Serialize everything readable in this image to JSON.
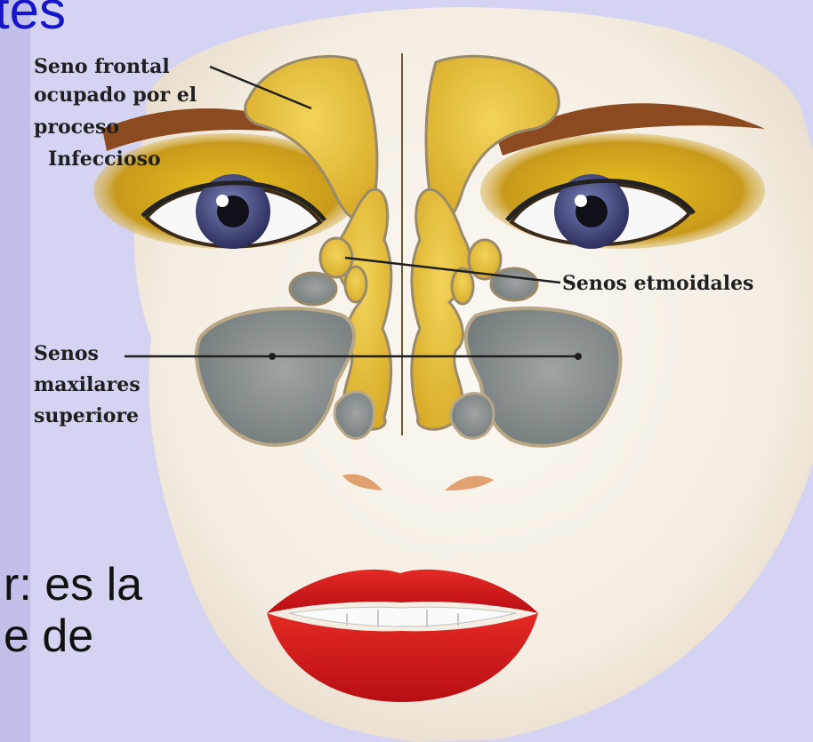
{
  "slide": {
    "title_fragment": "tes",
    "body_line_1": "r: es la",
    "body_line_2": "e de"
  },
  "diagram": {
    "labels": {
      "frontal": [
        "Seno frontal",
        "ocupado por el",
        "proceso",
        "Infeccioso"
      ],
      "ethmoid": "Senos etmoidales",
      "maxillary": [
        "Senos",
        "maxilares",
        "superiore"
      ]
    }
  },
  "colors": {
    "title": "#1616c8",
    "slide_background": "#d4d4f2",
    "skin": "#f6f0e6",
    "sinus_yellow": "#e2bc30",
    "sinus_gray": "#8a9090",
    "lips": "#d81818",
    "iris": "#4a4e88"
  }
}
